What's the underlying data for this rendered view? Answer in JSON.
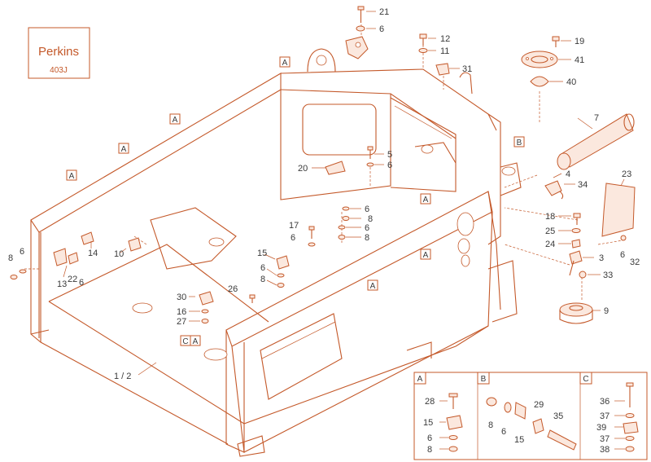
{
  "brand": {
    "name": "Perkins",
    "model": "403J"
  },
  "ref_labels": {
    "a1": "A",
    "a2": "A",
    "a3": "A",
    "a4": "A",
    "a5": "A",
    "a6": "A",
    "a7": "A",
    "a8": "A",
    "b1": "B",
    "c1": "C",
    "a9": "A"
  },
  "callouts": [
    {
      "id": "c21",
      "text": "21"
    },
    {
      "id": "c6a",
      "text": "6"
    },
    {
      "id": "c12",
      "text": "12"
    },
    {
      "id": "c11",
      "text": "11"
    },
    {
      "id": "c31",
      "text": "31"
    },
    {
      "id": "c19",
      "text": "19"
    },
    {
      "id": "c41",
      "text": "41"
    },
    {
      "id": "c40",
      "text": "40"
    },
    {
      "id": "c7",
      "text": "7"
    },
    {
      "id": "c5",
      "text": "5"
    },
    {
      "id": "c6b",
      "text": "6"
    },
    {
      "id": "c20",
      "text": "20"
    },
    {
      "id": "c4",
      "text": "4"
    },
    {
      "id": "c34",
      "text": "34"
    },
    {
      "id": "c23",
      "text": "23"
    },
    {
      "id": "c6c",
      "text": "6"
    },
    {
      "id": "c8a",
      "text": "8"
    },
    {
      "id": "c17",
      "text": "17"
    },
    {
      "id": "c6d",
      "text": "6"
    },
    {
      "id": "c6e",
      "text": "6"
    },
    {
      "id": "c8b",
      "text": "8"
    },
    {
      "id": "c18",
      "text": "18"
    },
    {
      "id": "c25",
      "text": "25"
    },
    {
      "id": "c24",
      "text": "24"
    },
    {
      "id": "c3",
      "text": "3"
    },
    {
      "id": "c6f",
      "text": "6"
    },
    {
      "id": "c32",
      "text": "32"
    },
    {
      "id": "c33",
      "text": "33"
    },
    {
      "id": "c14",
      "text": "14"
    },
    {
      "id": "c10",
      "text": "10"
    },
    {
      "id": "c6g",
      "text": "6"
    },
    {
      "id": "c8c",
      "text": "8"
    },
    {
      "id": "c13",
      "text": "13"
    },
    {
      "id": "c22",
      "text": "22"
    },
    {
      "id": "c6h",
      "text": "6"
    },
    {
      "id": "c15a",
      "text": "15"
    },
    {
      "id": "c6i",
      "text": "6"
    },
    {
      "id": "c8d",
      "text": "8"
    },
    {
      "id": "c30",
      "text": "30"
    },
    {
      "id": "c26",
      "text": "26"
    },
    {
      "id": "c16",
      "text": "16"
    },
    {
      "id": "c27",
      "text": "27"
    },
    {
      "id": "c9",
      "text": "9"
    },
    {
      "id": "c12b",
      "text": "1 / 2"
    }
  ],
  "inset": {
    "panels": [
      {
        "title": "A",
        "items": [
          "28",
          "15",
          "6",
          "8"
        ]
      },
      {
        "title": "B",
        "items": [
          "8",
          "6",
          "15",
          "29",
          "35"
        ]
      },
      {
        "title": "C",
        "items": [
          "36",
          "37",
          "39",
          "37",
          "38"
        ]
      }
    ]
  },
  "icons": {
    "bolt": "bolt-icon",
    "washer": "washer-icon",
    "nut": "nut-icon",
    "clamp": "clamp-icon"
  }
}
